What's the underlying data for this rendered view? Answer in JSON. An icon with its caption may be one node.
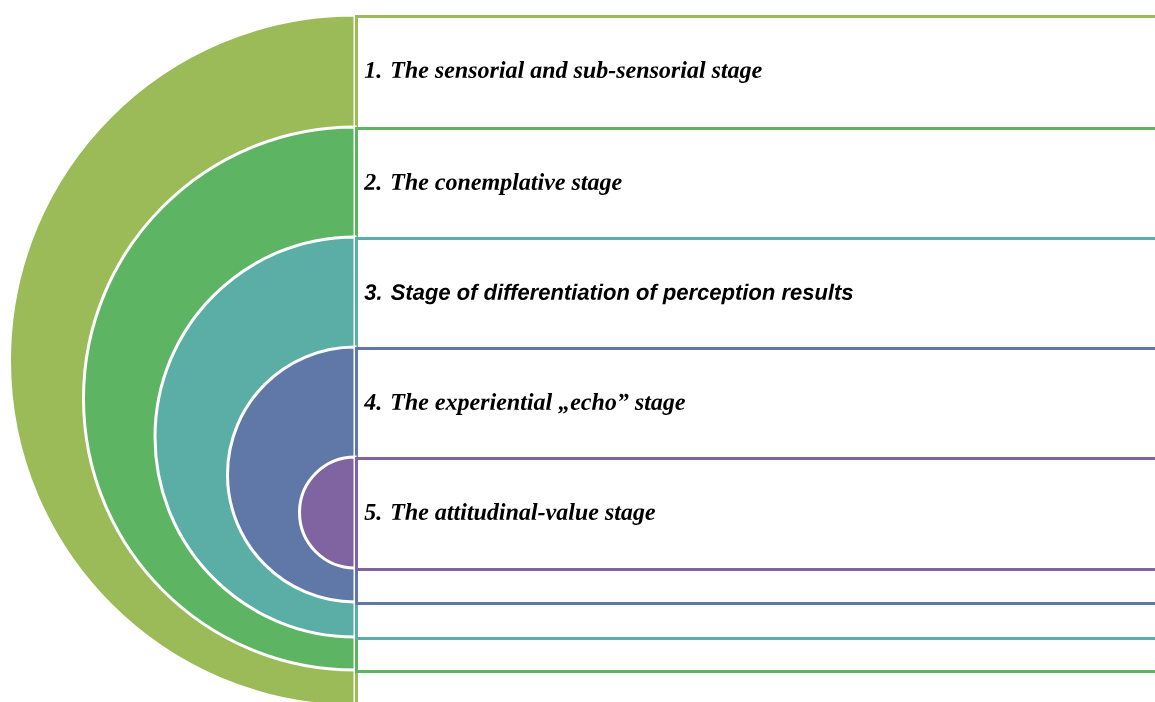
{
  "diagram": {
    "nodes": [
      {
        "text": [
          "1. The sensorial and sub-sensorial stage"
        ]
      },
      {
        "text": [
          "2. The conemplative stage"
        ],
        "in": 0
      },
      {
        "text": [
          "3. Stage of differentiation of perception results"
        ],
        "in": 1
      },
      {
        "text": [
          "4. The experiential „echo” stage"
        ],
        "in": 2
      },
      {
        "text": [
          "5. The attitudinal-value stage"
        ],
        "in": 3
      }
    ]
  }
}
